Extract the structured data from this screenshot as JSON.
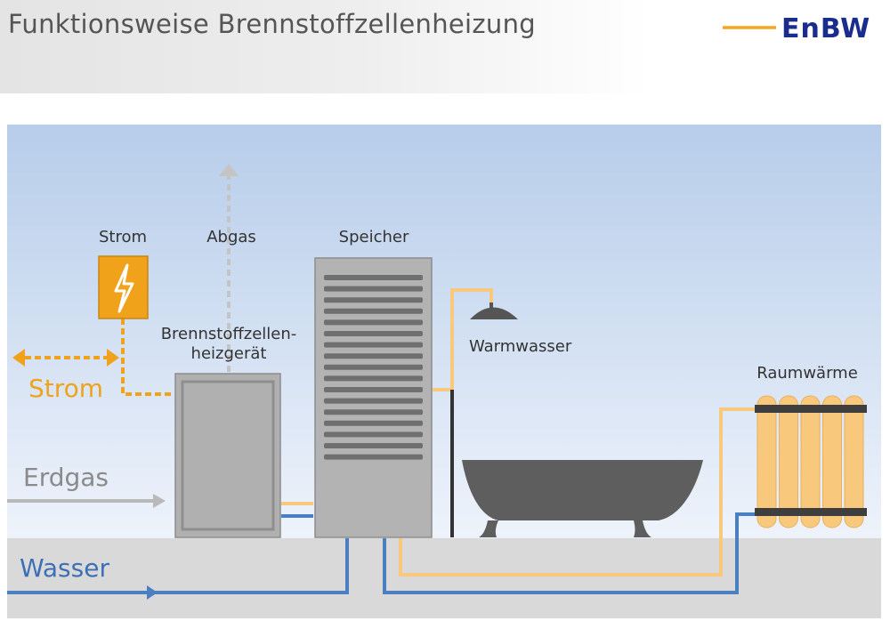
{
  "header": {
    "title": "Funktionsweise Brennstoffzellenheizung",
    "logo_text": "EnBW"
  },
  "colors": {
    "brand_blue": "#1a2c8c",
    "brand_orange": "#f5a623",
    "warm_pipe": "#f8c97c",
    "cold_pipe": "#4a7fc1",
    "gas_pipe": "#b9b9b9",
    "electric_line": "#f0a21a",
    "device_gray": "#b0b0b0"
  },
  "icons": {
    "lightning": "lightning-bolt-icon",
    "shower": "shower-head-icon",
    "bathtub": "bathtub-icon",
    "radiator": "radiator-icon"
  },
  "diagram": {
    "labels": {
      "strom_top": "Strom",
      "abgas": "Abgas",
      "speicher": "Speicher",
      "device_line1": "Brennstoffzellen-",
      "device_line2": "heizgerät",
      "warmwasser": "Warmwasser",
      "raumwaerme": "Raumwärme",
      "strom_side": "Strom",
      "erdgas": "Erdgas",
      "wasser": "Wasser"
    }
  }
}
